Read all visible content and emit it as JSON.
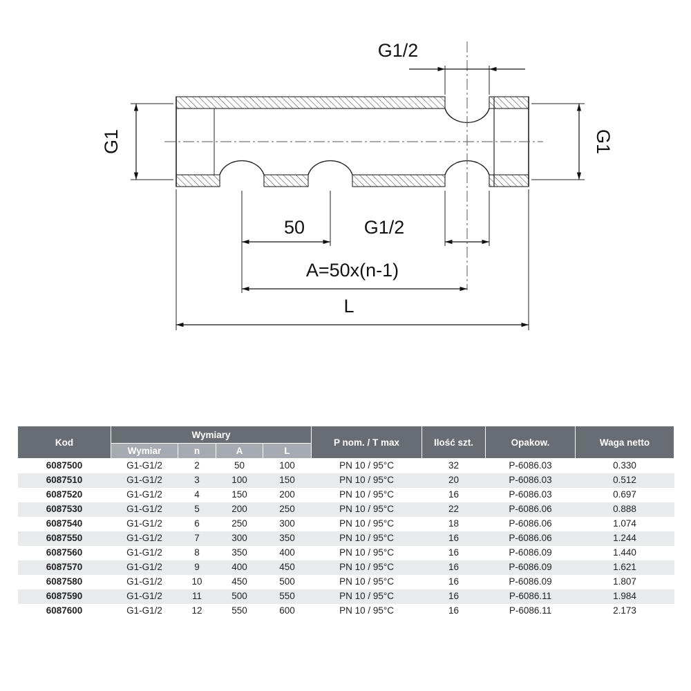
{
  "drawing": {
    "labels": {
      "g12_top": "G1/2",
      "g1_left": "G1",
      "g1_right": "G1",
      "dim_50": "50",
      "g12_bottom": "G1/2",
      "dim_a": "A=50x(n-1)",
      "dim_l": "L"
    }
  },
  "table": {
    "headers": {
      "kod": "Kod",
      "wymiary": "Wymiary",
      "wymiar": "Wymiar",
      "n": "n",
      "a": "A",
      "l": "L",
      "pnom": "P nom. / T max",
      "ilosc": "Ilość szt.",
      "opakow": "Opakow.",
      "waga": "Waga netto"
    },
    "rows": [
      [
        "6087500",
        "G1-G1/2",
        "2",
        "50",
        "100",
        "PN 10 / 95°C",
        "32",
        "P-6086.03",
        "0.330"
      ],
      [
        "6087510",
        "G1-G1/2",
        "3",
        "100",
        "150",
        "PN 10 / 95°C",
        "20",
        "P-6086.03",
        "0.512"
      ],
      [
        "6087520",
        "G1-G1/2",
        "4",
        "150",
        "200",
        "PN 10 / 95°C",
        "16",
        "P-6086.03",
        "0.697"
      ],
      [
        "6087530",
        "G1-G1/2",
        "5",
        "200",
        "250",
        "PN 10 / 95°C",
        "22",
        "P-6086.06",
        "0.888"
      ],
      [
        "6087540",
        "G1-G1/2",
        "6",
        "250",
        "300",
        "PN 10 / 95°C",
        "18",
        "P-6086.06",
        "1.074"
      ],
      [
        "6087550",
        "G1-G1/2",
        "7",
        "300",
        "350",
        "PN 10 / 95°C",
        "16",
        "P-6086.06",
        "1.244"
      ],
      [
        "6087560",
        "G1-G1/2",
        "8",
        "350",
        "400",
        "PN 10 / 95°C",
        "16",
        "P-6086.09",
        "1.440"
      ],
      [
        "6087570",
        "G1-G1/2",
        "9",
        "400",
        "450",
        "PN 10 / 95°C",
        "16",
        "P-6086.09",
        "1.621"
      ],
      [
        "6087580",
        "G1-G1/2",
        "10",
        "450",
        "500",
        "PN 10 / 95°C",
        "16",
        "P-6086.09",
        "1.807"
      ],
      [
        "6087590",
        "G1-G1/2",
        "11",
        "500",
        "550",
        "PN 10 / 95°C",
        "16",
        "P-6086.11",
        "1.984"
      ],
      [
        "6087600",
        "G1-G1/2",
        "12",
        "550",
        "600",
        "PN 10 / 95°C",
        "16",
        "P-6086.11",
        "2.173"
      ]
    ]
  },
  "colors": {
    "header_dark": "#686d74",
    "header_light": "#a6abb1",
    "row_alt": "#e9eaec",
    "text": "#222222",
    "drawing_stroke": "#222222"
  }
}
